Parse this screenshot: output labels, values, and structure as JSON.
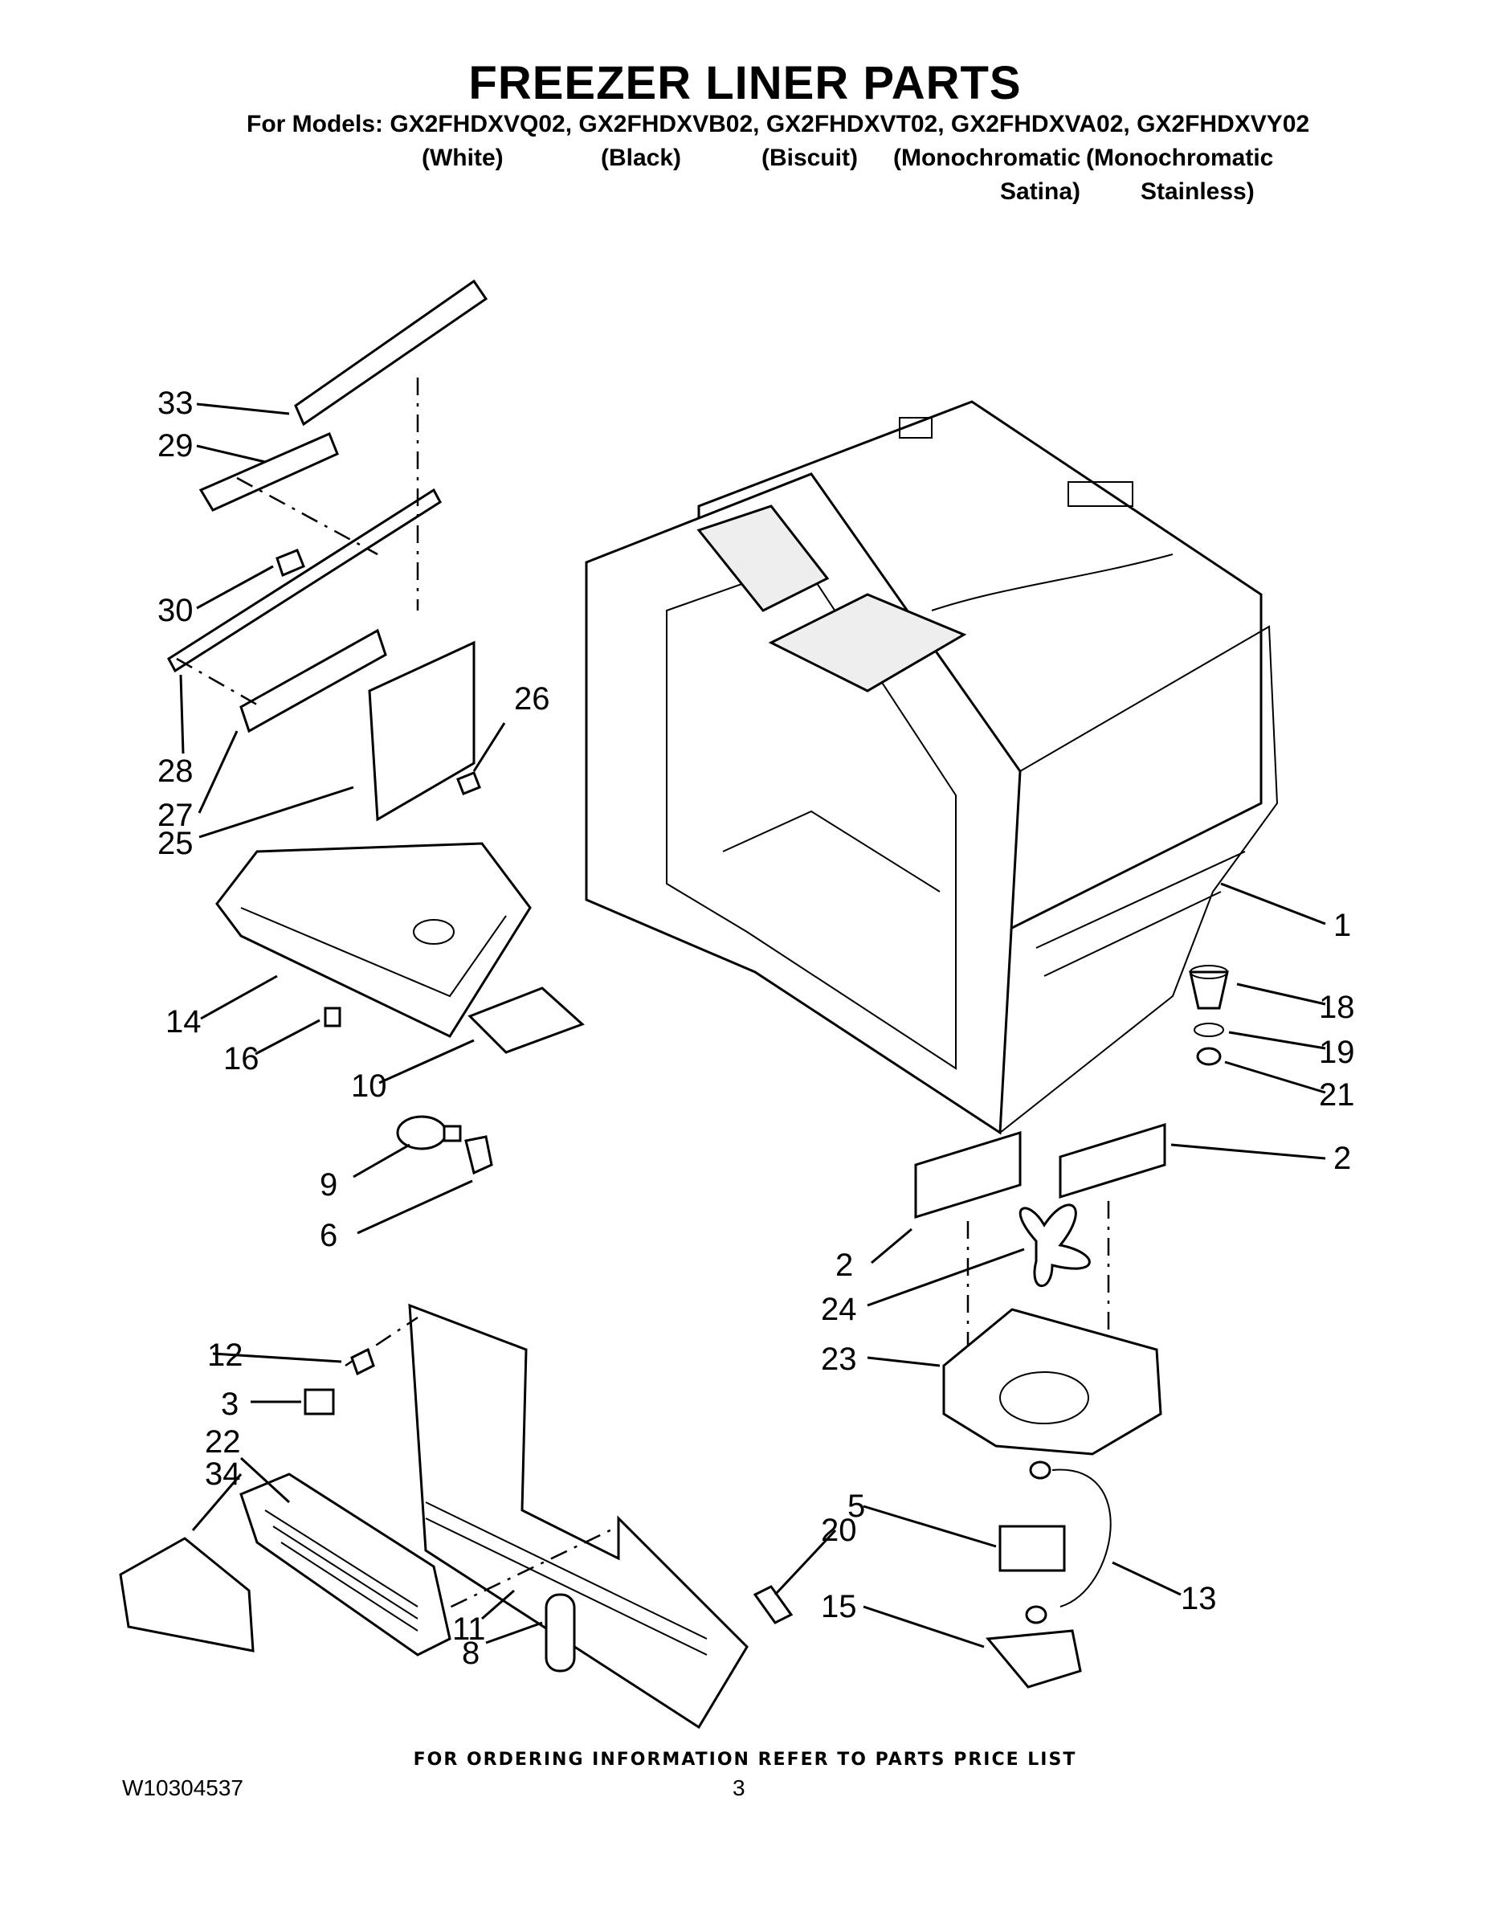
{
  "page_title": "FREEZER LINER PARTS",
  "models_line": "For Models: GX2FHDXVQ02, GX2FHDXVB02, GX2FHDXVT02, GX2FHDXVA02, GX2FHDXVY02",
  "variants_line1": [
    "(White)",
    "(Black)",
    "(Biscuit)",
    "(Monochromatic",
    "(Monochromatic"
  ],
  "variants_line2": [
    "Satina)",
    "Stainless)"
  ],
  "callouts": [
    "33",
    "29",
    "30",
    "28",
    "27",
    "25",
    "26",
    "14",
    "16",
    "10",
    "9",
    "6",
    "1",
    "18",
    "19",
    "21",
    "2",
    "2",
    "24",
    "23",
    "12",
    "3",
    "22",
    "34",
    "11",
    "8",
    "5",
    "20",
    "13",
    "15"
  ],
  "footer": "FOR ORDERING INFORMATION REFER TO PARTS PRICE LIST",
  "doc_number": "W10304537",
  "page_number": "3"
}
